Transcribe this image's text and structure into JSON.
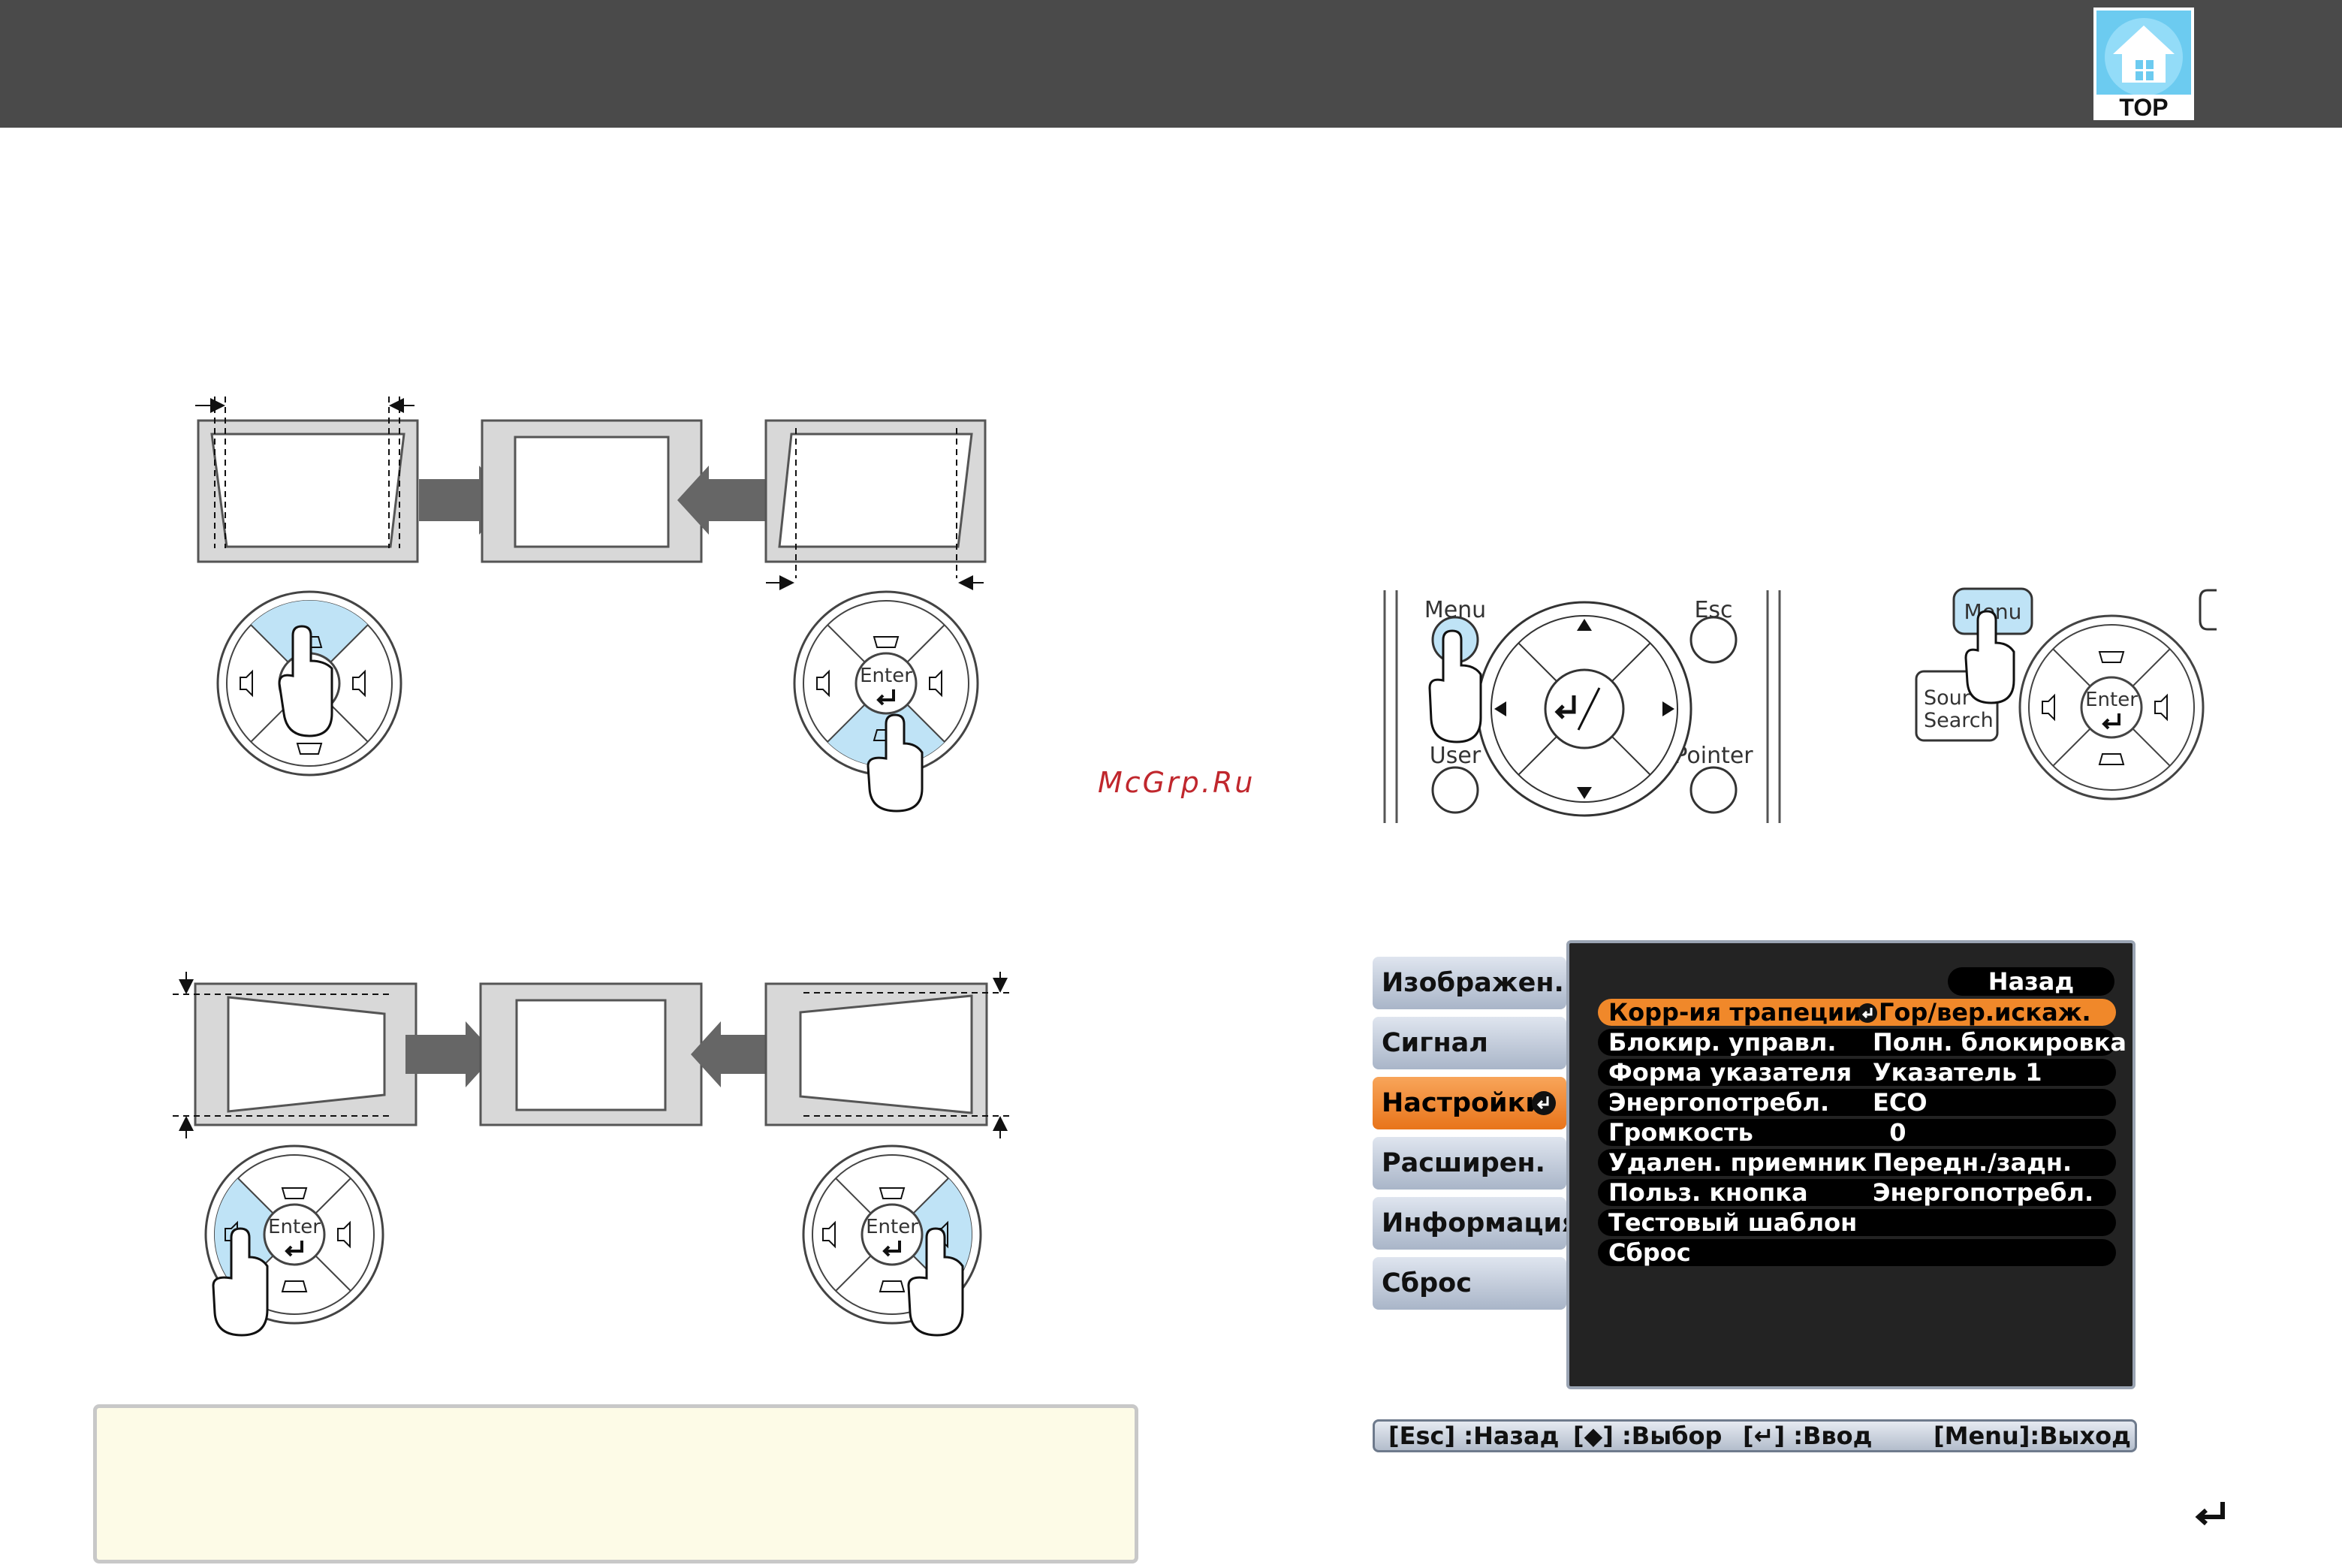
{
  "logo": {
    "label": "TOP"
  },
  "watermark": "McGrp.Ru",
  "keys": {
    "enter": "Enter"
  },
  "remote": {
    "menu": "Menu",
    "esc": "Esc",
    "user": "User",
    "pointer": "Pointer"
  },
  "panel_buttons": {
    "menu": "Menu",
    "source_search_1": "Sour",
    "source_search_2": "Search"
  },
  "menu": {
    "tabs": [
      {
        "label": "Изображен.",
        "active": false
      },
      {
        "label": "Сигнал",
        "active": false
      },
      {
        "label": "Настройки",
        "active": true
      },
      {
        "label": "Расширен.",
        "active": false
      },
      {
        "label": "Информация",
        "active": false
      },
      {
        "label": "Сброс",
        "active": false
      }
    ],
    "back": "Назад",
    "rows": [
      {
        "label": "Корр-ия трапеции",
        "value": "Гор/вер.искаж.",
        "selected": true
      },
      {
        "label": "Блокир. управл.",
        "value": "Полн. блокировка",
        "selected": false
      },
      {
        "label": "Форма указателя",
        "value": "Указатель 1",
        "selected": false
      },
      {
        "label": "Энергопотребл.",
        "value": "ECO",
        "selected": false
      },
      {
        "label": "Громкость",
        "value": "  0",
        "selected": false
      },
      {
        "label": "Удален. приемник",
        "value": "Передн./задн.",
        "selected": false
      },
      {
        "label": "Польз. кнопка",
        "value": "Энергопотребл.",
        "selected": false
      },
      {
        "label": "Тестовый шаблон",
        "value": "",
        "selected": false
      },
      {
        "label": "Сброс",
        "value": "",
        "selected": false
      }
    ],
    "status": {
      "esc": "[Esc] :Назад",
      "select": "[◆] :Выбор",
      "enter": "[↵] :Ввод",
      "exit": "[Menu]:Выход"
    }
  },
  "colors": {
    "header_bar": "#4a4a4a",
    "highlight_blue": "#bfe3f6",
    "menu_selected": "#f0882a",
    "note_bg": "#fdfbe7"
  }
}
